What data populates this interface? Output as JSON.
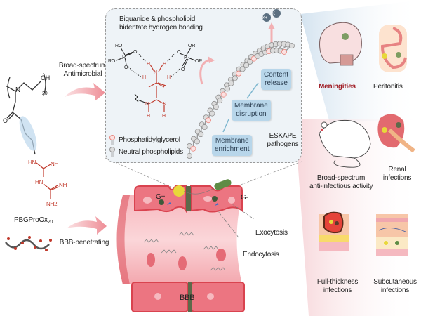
{
  "polymer": {
    "name": "PBGProOx",
    "name_subscript": "20",
    "repeat_subscript": "20",
    "oh_label": "OH",
    "n_label": "N",
    "o_label": "O",
    "guanidine_labels": [
      "HN",
      "NH",
      "HN",
      "NH",
      "NH2"
    ]
  },
  "arrows": {
    "top_label_line1": "Broad-spectrum",
    "top_label_line2": "Antimicrobial",
    "bottom_label": "BBB-penetrating"
  },
  "mechanism_box": {
    "title_line1": "Biguanide & phospholipid:",
    "title_line2": "bidentate hydrogen bonding",
    "chem_labels": [
      "RO",
      "RO",
      "OR",
      "OR",
      "P",
      "P",
      "O",
      "O",
      "O",
      "O",
      "H",
      "H",
      "H",
      "H",
      "N",
      "N",
      "N",
      "H",
      "H"
    ],
    "legend": [
      {
        "label": "Phosphatidylglycerol",
        "color": "#e8837a"
      },
      {
        "label": "Neutral phospholipids",
        "color": "#b5b5b5"
      }
    ],
    "steps": [
      {
        "line1": "Membrane",
        "line2": "enrichment"
      },
      {
        "line1": "Membrane",
        "line2": "disruption"
      },
      {
        "line1": "Content",
        "line2": "release"
      }
    ],
    "pathogens_line1": "ESKAPE",
    "pathogens_line2": "pathogens",
    "ions": [
      "K+",
      "K+"
    ]
  },
  "bbb": {
    "gram_pos": "G+",
    "gram_neg": "G-",
    "exocytosis": "Exocytosis",
    "endocytosis": "Endocytosis",
    "label": "BBB"
  },
  "applications": {
    "meningitis": "Meningities",
    "peritonitis": "Peritonitis",
    "mouse_line1": "Broad-spectrum",
    "mouse_line2": "anti-infectious activity",
    "renal_line1": "Renal",
    "renal_line2": "infections",
    "full_line1": "Full-thickness",
    "full_line2": "infections",
    "sub_line1": "Subcutaneous",
    "sub_line2": "infections"
  },
  "colors": {
    "accent_red": "#c0392b",
    "vessel": "#e35b67",
    "box_bg": "#eef3f7",
    "step_bg": "#b8d6ea"
  }
}
